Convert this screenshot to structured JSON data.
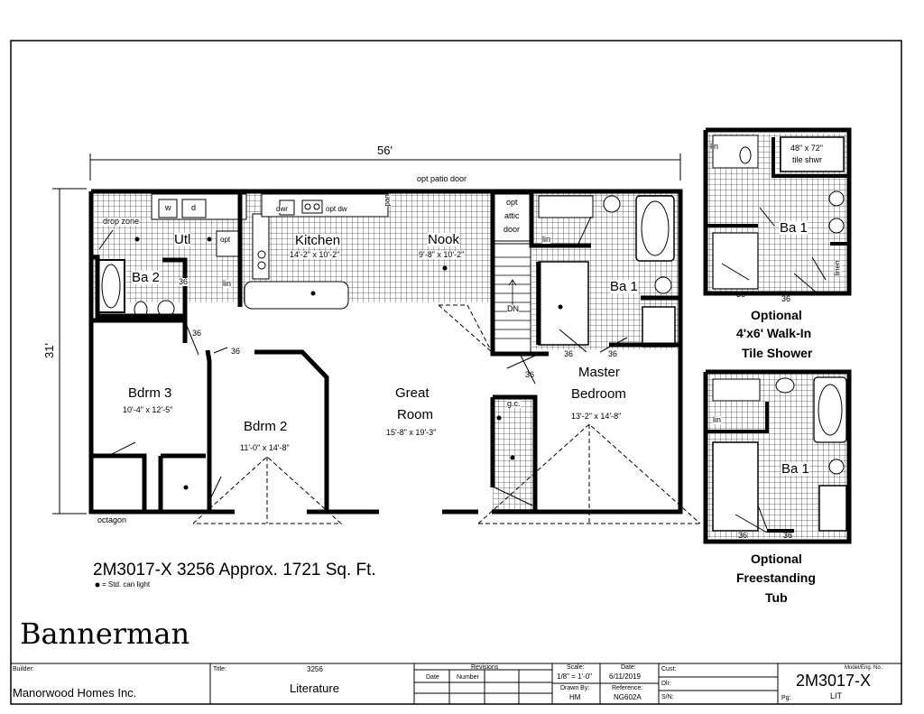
{
  "plan": {
    "overall_width": "56'",
    "overall_depth": "31'",
    "rooms": {
      "kitchen": {
        "name": "Kitchen",
        "dims": "14'-2\" x 10'-2\""
      },
      "nook": {
        "name": "Nook",
        "dims": "9'-8\" x 10'-2\""
      },
      "great_room": {
        "name_line1": "Great",
        "name_line2": "Room",
        "dims": "15'-8\" x 19'-3\""
      },
      "master": {
        "name_line1": "Master",
        "name_line2": "Bedroom",
        "dims": "13'-2\" x 14'-8\""
      },
      "bdrm3": {
        "name": "Bdrm 3",
        "dims": "10'-4\" x 12'-5\""
      },
      "bdrm2": {
        "name": "Bdrm 2",
        "dims": "11'-0\" x 14'-8\""
      },
      "utl": "Utl",
      "ba2": "Ba 2",
      "ba1": "Ba 1"
    },
    "labels": {
      "patio": "opt patio door",
      "drop_zone": "drop zone",
      "washer": "w",
      "dryer": "d",
      "dwr": "dwr",
      "opt_dw": "opt dw",
      "pan": "pan",
      "opt_attic_1": "opt",
      "opt_attic_2": "attic",
      "opt_attic_3": "door",
      "lin": "lin",
      "opt_small": "opt",
      "dn": "DN",
      "gc": "g.c.",
      "octagon": "octagon",
      "door36": "36"
    }
  },
  "model_line": "2M3017-X 3256  Approx. 1721 Sq. Ft.",
  "legend": "= Std. can light",
  "plan_name": "Bannerman",
  "option_shower": {
    "title_lines": [
      "Optional",
      "4'x6' Walk-In",
      "Tile Shower"
    ],
    "shower_line1": "48\" x 72\"",
    "shower_line2": "tile shwr",
    "ba": "Ba 1",
    "lin": "lin",
    "linen": "linen",
    "door": "36"
  },
  "option_tub": {
    "title_lines": [
      "Optional",
      "Freestanding",
      "Tub"
    ],
    "ba": "Ba 1",
    "lin": "lin",
    "door": "36"
  },
  "title_block": {
    "builder_label": "Builder:",
    "builder_value": "Manorwood Homes Inc.",
    "title_label": "Title:",
    "title_number": "3256",
    "title_value": "Literature",
    "revisions_label": "Revisions",
    "date_label": "Date",
    "number_label": "Number",
    "scale_label": "Scale:",
    "scale_value": "1/8\" = 1'-0\"",
    "drawn_label": "Drawn By:",
    "drawn_value": "HM",
    "date2_label": "Date:",
    "date2_value": "6/11/2019",
    "reference_label": "Reference:",
    "reference_value": "NG602A",
    "cust_label": "Cust:",
    "dlr_label": "Dlr:",
    "sn_label": "S/N:",
    "model_label": "Model/Eng. No.:",
    "model_value": "2M3017-X",
    "pg_label": "Pg:",
    "pg_value": "LIT"
  }
}
